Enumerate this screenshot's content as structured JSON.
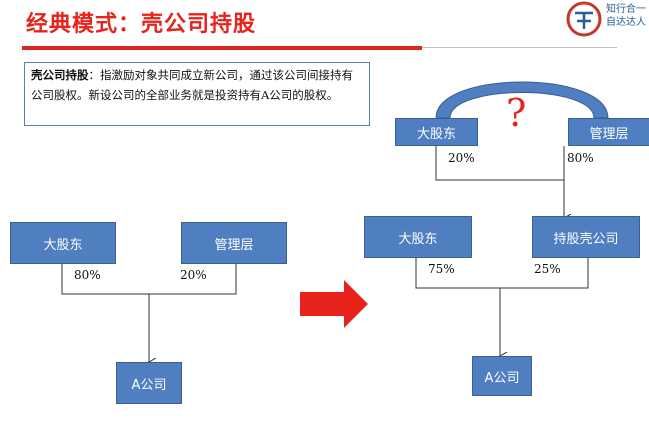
{
  "header": {
    "title": "经典模式：壳公司持股",
    "logo_line1": "知行合一",
    "logo_line2": "自达达人"
  },
  "note": {
    "term": "壳公司持股",
    "text": "：指激励对象共同成立新公司，通过该公司间接持有公司股权。新设公司的全部业务就是投资持有A公司的股权。"
  },
  "left_diagram": {
    "shareholder": "大股东",
    "management": "管理层",
    "shareholder_pct": "80%",
    "management_pct": "20%",
    "company": "A公司"
  },
  "right_diagram": {
    "top_shareholder": "大股东",
    "top_management": "管理层",
    "top_shareholder_pct": "20%",
    "top_management_pct": "80%",
    "question": "?",
    "mid_shareholder": "大股东",
    "shell_company": "持股壳公司",
    "mid_shareholder_pct": "75%",
    "shell_pct": "25%",
    "company": "A公司"
  },
  "colors": {
    "accent": "#e8231b",
    "box_fill": "#4f7fc1",
    "arc_fill": "#4f7fc1"
  }
}
